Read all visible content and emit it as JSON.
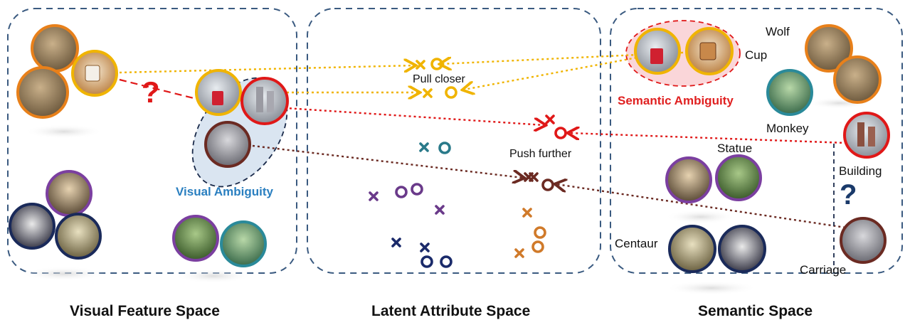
{
  "panels": {
    "visual": "Visual Feature Space",
    "latent": "Latent Attribute Space",
    "semantic": "Semantic Space"
  },
  "annotations": {
    "visual_ambiguity": "Visual Ambiguity",
    "semantic_ambiguity": "Semantic Ambiguity",
    "pull_closer": "Pull closer",
    "push_further": "Push further",
    "question": "?"
  },
  "class_labels": {
    "wolf": "Wolf",
    "cup": "Cup",
    "monkey": "Monkey",
    "statue": "Statue",
    "building": "Building",
    "centaur": "Centaur",
    "carriage": "Carriage"
  },
  "colors": {
    "panel_border": "#3a5a80",
    "wolf": "#e8801a",
    "cup": "#f0b400",
    "building": "#e01818",
    "carriage": "#6b2a22",
    "statue": "#7b3fa0",
    "monkey": "#2a8a9a",
    "centaur": "#1a2a5a",
    "pull_arrow": "#f0b400",
    "push_arrow": "#e01818",
    "carriage_arrow": "#6b2a22",
    "latent_teal": "#2a7a8a",
    "latent_purple": "#6a3a8a",
    "latent_navy": "#1a2a6a",
    "latent_orange": "#d07a2a"
  }
}
